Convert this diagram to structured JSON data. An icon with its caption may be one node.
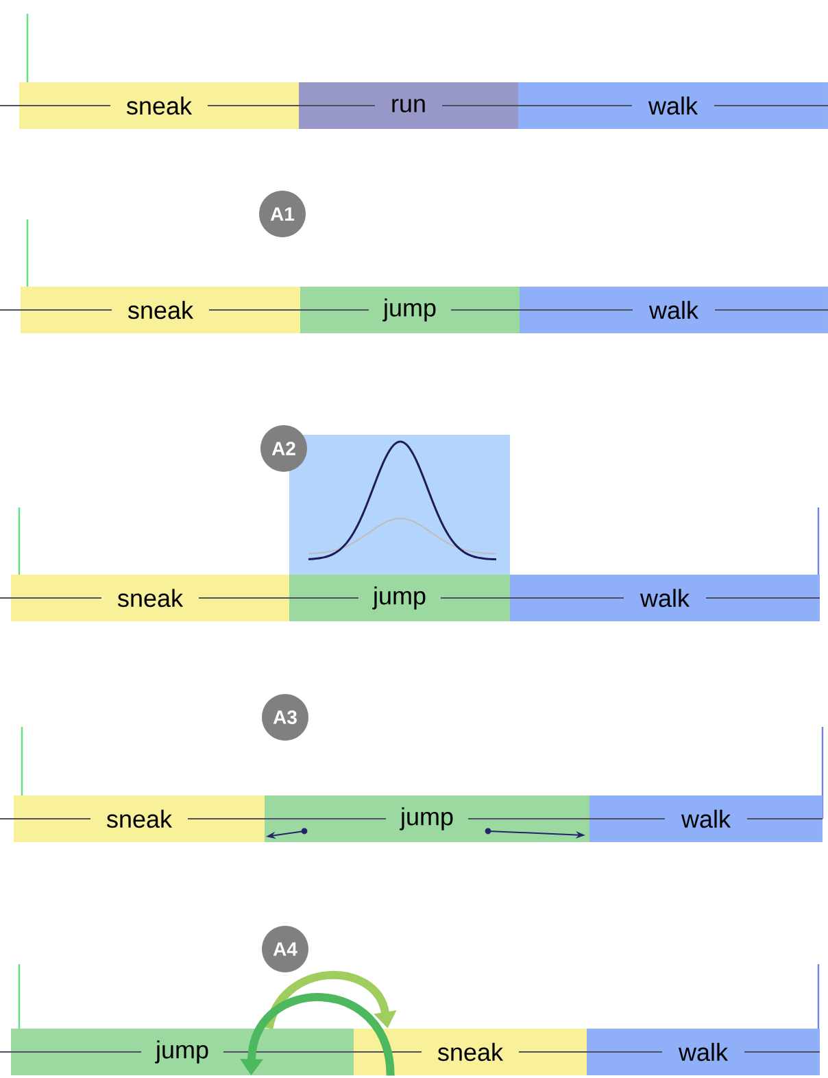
{
  "diagram": {
    "nodes": [
      {
        "text": [
          "sneak"
        ]
      },
      {
        "text": [
          "run"
        ]
      },
      {
        "text": [
          "walk"
        ]
      },
      {
        "text": [
          "A1"
        ]
      },
      {
        "text": [
          "sneak"
        ]
      },
      {
        "text": [
          "jump"
        ]
      },
      {
        "text": [
          "walk"
        ]
      },
      {
        "text": [
          "A2"
        ]
      },
      {
        "text": [
          "sneak"
        ]
      },
      {
        "text": [
          "jump"
        ]
      },
      {
        "text": [
          "walk"
        ]
      },
      {
        "text": [
          "A3"
        ]
      },
      {
        "text": [
          "sneak"
        ]
      },
      {
        "text": [
          "jump"
        ]
      },
      {
        "text": [
          "walk"
        ]
      },
      {
        "text": [
          "A4"
        ]
      },
      {
        "text": [
          "jump"
        ]
      },
      {
        "text": [
          "sneak"
        ]
      },
      {
        "text": [
          "walk"
        ]
      }
    ],
    "edges": [
      {
        "from": 16,
        "to": 17,
        "arrow": "to",
        "color": "#9fce5e"
      },
      {
        "from": 17,
        "to": 16,
        "arrow": "to",
        "color": "#4db85e"
      }
    ]
  }
}
